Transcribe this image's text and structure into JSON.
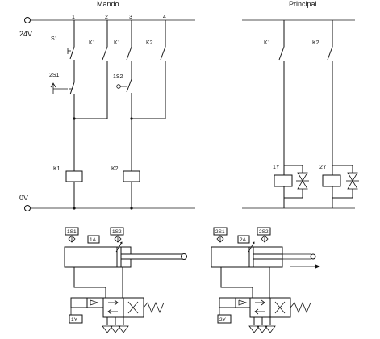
{
  "header": {
    "mando_label": "Mando",
    "principal_label": "Principal"
  },
  "rails": {
    "top_label": "24V",
    "bottom_label": "0V"
  },
  "columns": [
    "1",
    "2",
    "3",
    "4"
  ],
  "control_circuit": {
    "s1_label": "S1",
    "limit_2s1_label": "2S1",
    "k1_contact_a_label": "K1",
    "k1_contact_b_label": "K1",
    "limit_1s2_label": "1S2",
    "k2_contact_label": "K2",
    "coil_k1_label": "K1",
    "coil_k2_label": "K2"
  },
  "power_circuit": {
    "k1_contact_label": "K1",
    "k2_contact_label": "K2",
    "solenoid_1y_label": "1Y",
    "solenoid_2y_label": "2Y"
  },
  "pneumatic": {
    "cylinder_1": {
      "sensor_left_label": "1S1",
      "cylinder_label": "1A",
      "sensor_right_label": "1S2",
      "valve_label": "1Y"
    },
    "cylinder_2": {
      "sensor_left_label": "2S1",
      "cylinder_label": "2A",
      "sensor_right_label": "2S2",
      "valve_label": "2Y"
    }
  }
}
